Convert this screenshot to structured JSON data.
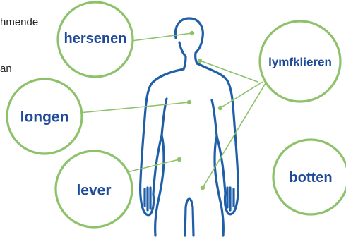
{
  "colors": {
    "circle_stroke": "#8dc26a",
    "leader_line": "#8dc26a",
    "organ_dot": "#8dc26a",
    "body_outline": "#1f5fa8",
    "label_text": "#1f4a9a",
    "background": "#ffffff",
    "snippet_text": "#222222"
  },
  "text_snippets": {
    "top": "hmende",
    "middle": "an"
  },
  "organs": {
    "hersenen": "hersenen",
    "lymfklieren": "lymfklieren",
    "longen": "longen",
    "lever": "lever",
    "botten": "botten"
  }
}
